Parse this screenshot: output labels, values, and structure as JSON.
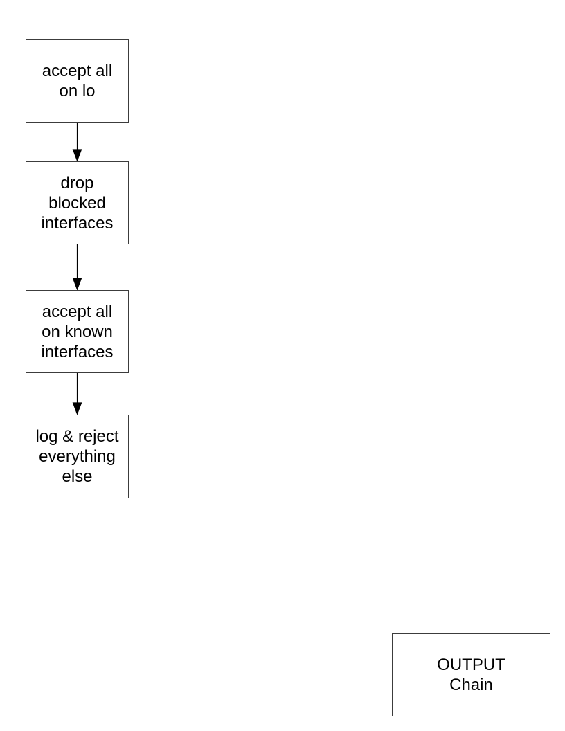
{
  "nodes": {
    "accept_lo": "accept all\non lo",
    "drop_blocked": "drop\nblocked\ninterfaces",
    "accept_known": "accept all\non known\ninterfaces",
    "log_reject": "log & reject\neverything\nelse",
    "output_chain": "OUTPUT\nChain"
  },
  "edges": [
    {
      "from": "accept_lo",
      "to": "drop_blocked"
    },
    {
      "from": "drop_blocked",
      "to": "accept_known"
    },
    {
      "from": "accept_known",
      "to": "log_reject"
    }
  ],
  "colors": {
    "stroke": "#000000",
    "border": "#3c3c3c"
  }
}
